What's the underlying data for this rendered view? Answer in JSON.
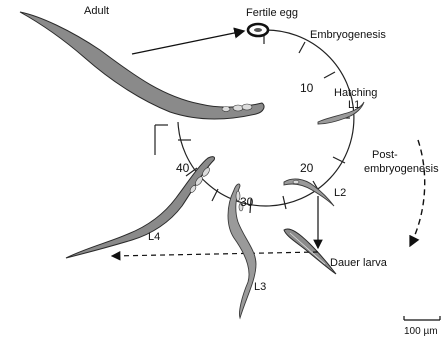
{
  "labels": {
    "adult": "Adult",
    "fertile_egg": "Fertile egg",
    "embryogenesis": "Embryogenesis",
    "hatching": "Hatching",
    "l1": "L1",
    "l2": "L2",
    "l3": "L3",
    "l4": "L4",
    "post_line1": "Post-",
    "post_line2": "embryogenesis",
    "dauer": "Dauer larva"
  },
  "clock_ticks": {
    "t10": "10",
    "t20": "20",
    "t30": "30",
    "t40": "40"
  },
  "scale_bar": {
    "label": "100 µm"
  }
}
